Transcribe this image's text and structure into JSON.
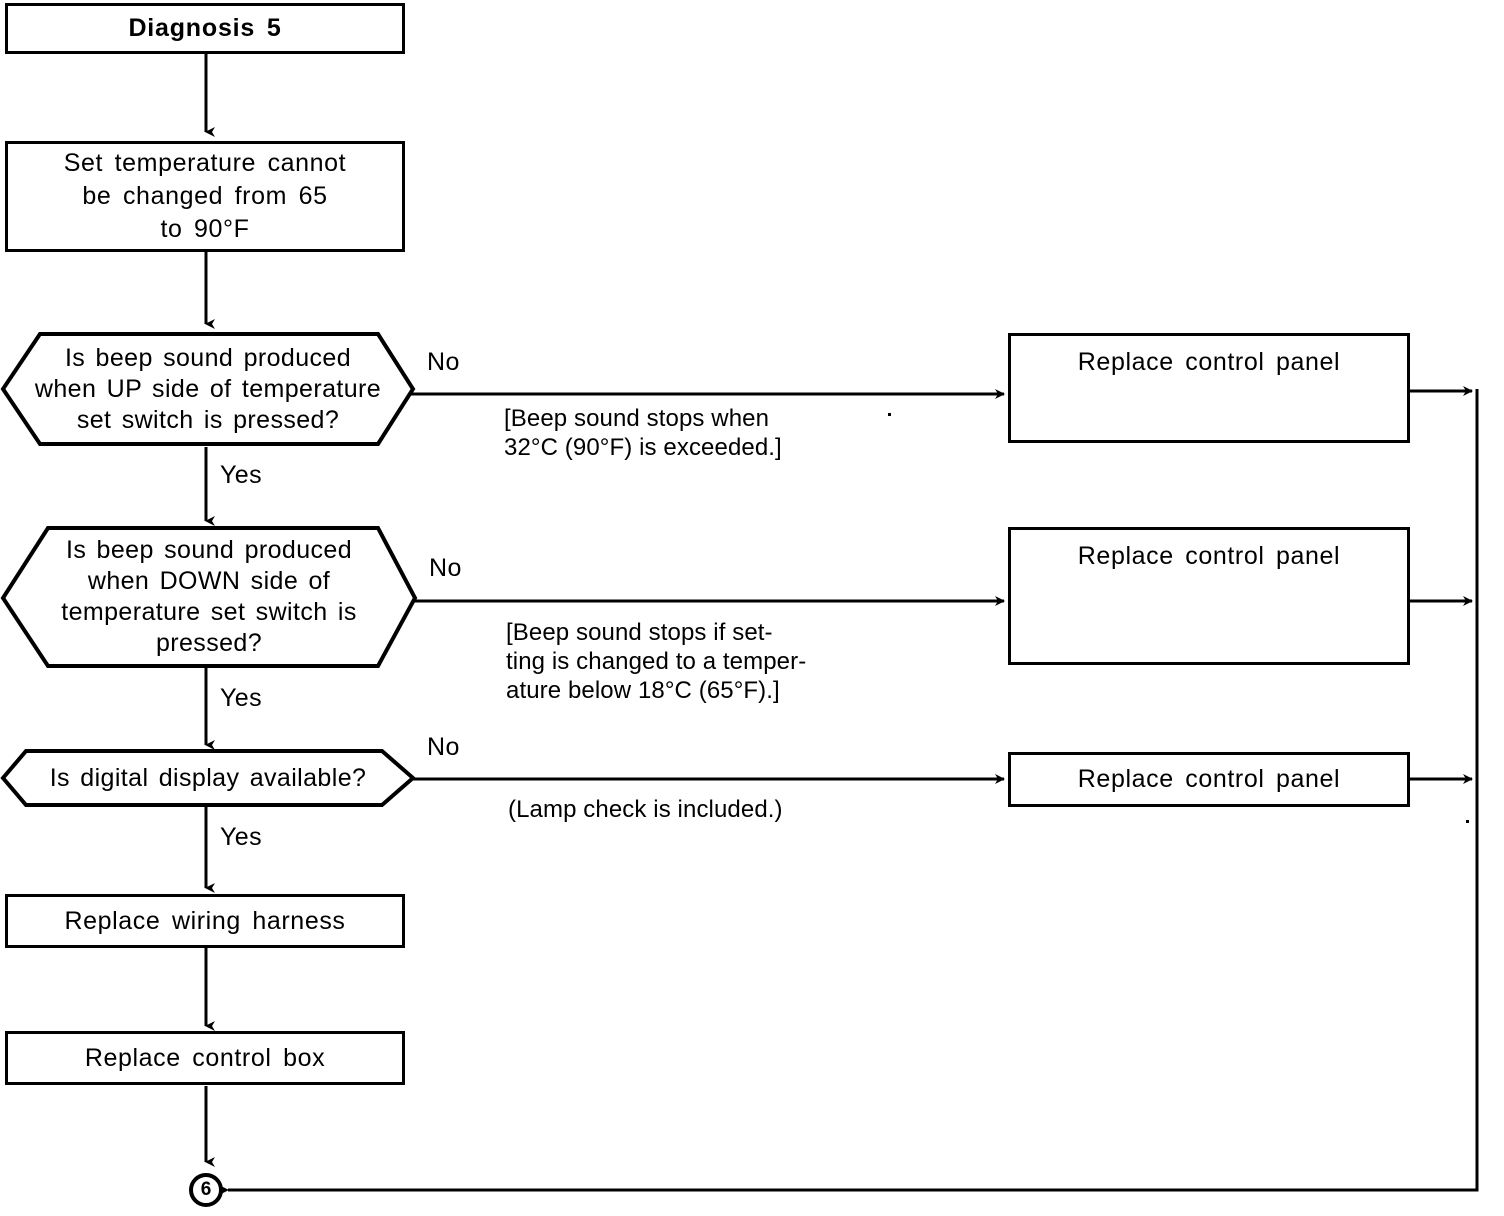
{
  "diagram": {
    "title": "Diagnosis 5",
    "type": "flowchart",
    "nodes": {
      "title_box": {
        "label": "Diagnosis 5",
        "shape": "process"
      },
      "symptom": {
        "label": "Set temperature cannot\nbe changed from 65\nto 90°F",
        "shape": "process"
      },
      "decision_up": {
        "label": "Is beep sound produced\nwhen UP side of temperature\nset switch is pressed?",
        "shape": "decision"
      },
      "decision_down": {
        "label": "Is beep sound produced\nwhen DOWN side of\ntemperature set switch is\npressed?",
        "shape": "decision"
      },
      "decision_display": {
        "label": "Is digital display available?",
        "shape": "decision"
      },
      "replace_harness": {
        "label": "Replace wiring harness",
        "shape": "process"
      },
      "replace_control_box": {
        "label": "Replace control box",
        "shape": "process"
      },
      "replace_panel_1": {
        "label": "Replace control panel",
        "shape": "process"
      },
      "replace_panel_2": {
        "label": "Replace control panel",
        "shape": "process"
      },
      "replace_panel_3": {
        "label": "Replace control panel",
        "shape": "process"
      }
    },
    "edge_labels": {
      "no_1": "No",
      "no_2": "No",
      "no_3": "No",
      "yes_1": "Yes",
      "yes_2": "Yes",
      "yes_3": "Yes"
    },
    "notes": {
      "note_1": "[Beep sound stops when\n32°C (90°F) is exceeded.]",
      "note_2": "[Beep sound stops if set-\nting is changed to a temper-\nature below 18°C (65°F).]",
      "note_3": "(Lamp check is included.)"
    },
    "connector": {
      "label": "6"
    },
    "colors": {
      "line": "#000000",
      "background": "#ffffff",
      "text": "#000000"
    }
  }
}
